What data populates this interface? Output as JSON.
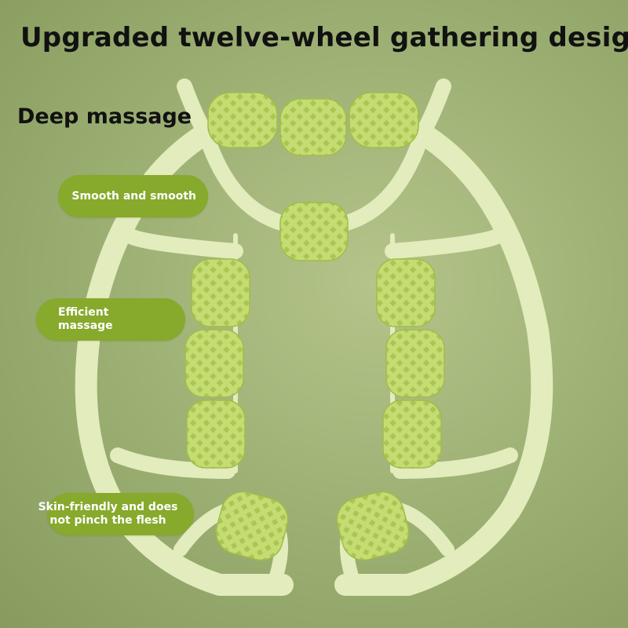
{
  "headline": "Upgraded twelve-wheel gathering design",
  "subheadline": "Deep massage",
  "features": [
    {
      "label": "Smooth and smooth"
    },
    {
      "label": "Efficient massage"
    },
    {
      "label": "Skin-friendly and does not pinch the flesh"
    }
  ],
  "colors": {
    "pill": "#87a92c",
    "frame": "#e2ecbc",
    "roller": "#bcd76a"
  }
}
